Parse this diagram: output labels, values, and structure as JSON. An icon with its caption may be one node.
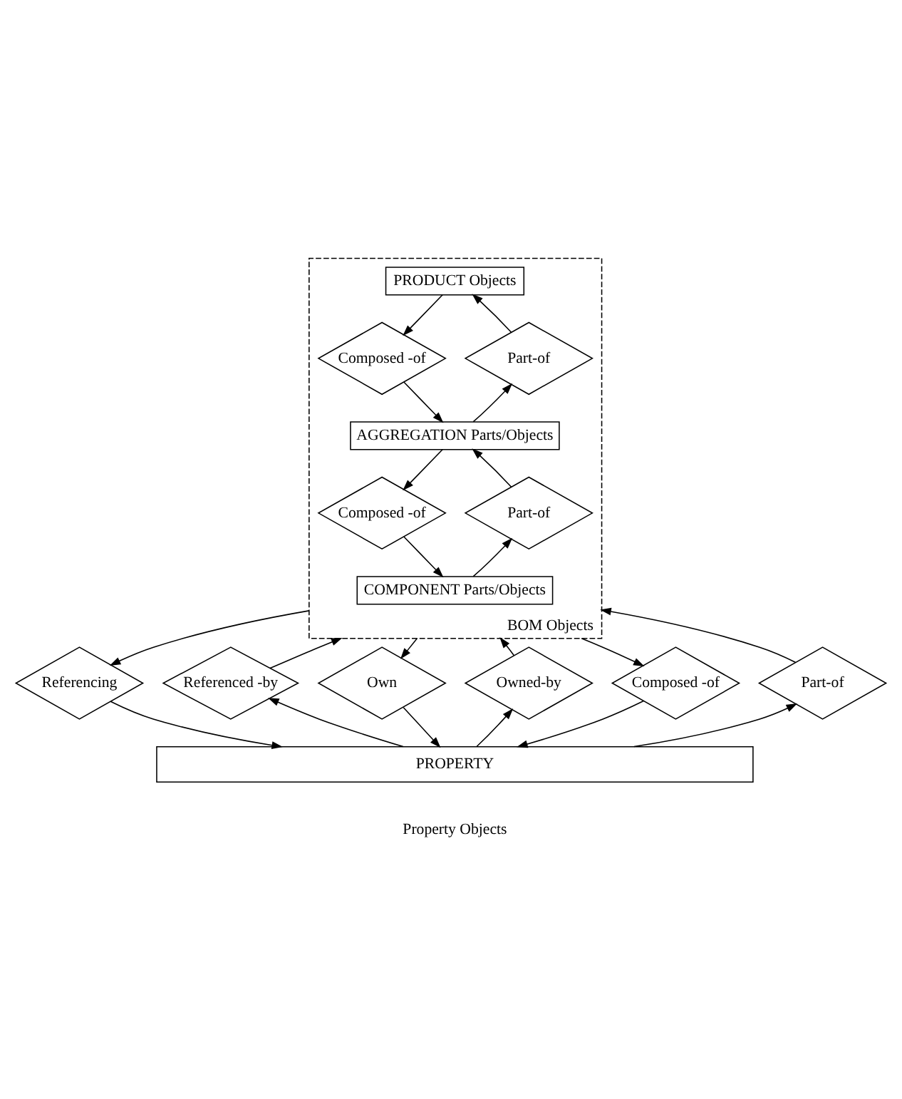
{
  "diagram": {
    "nodes": [
      {
        "text": [
          "BOM Objects"
        ]
      },
      {
        "text": [
          "PRODUCT Objects"
        ],
        "in": 0
      },
      {
        "text": [
          "Composed -of"
        ],
        "in": 0
      },
      {
        "text": [
          "Part-of"
        ],
        "in": 0
      },
      {
        "text": [
          "AGGREGATION Parts/Objects"
        ],
        "in": 0
      },
      {
        "text": [
          "Composed -of"
        ],
        "in": 0
      },
      {
        "text": [
          "Part-of"
        ],
        "in": 0
      },
      {
        "text": [
          "COMPONENT Parts/Objects"
        ],
        "in": 0
      },
      {
        "text": [
          "Referencing"
        ]
      },
      {
        "text": [
          "Referenced -by"
        ]
      },
      {
        "text": [
          "Own"
        ]
      },
      {
        "text": [
          "Owned-by"
        ]
      },
      {
        "text": [
          "Composed -of"
        ]
      },
      {
        "text": [
          "Part-of"
        ]
      },
      {
        "text": [
          "PROPERTY"
        ],
        "beside": [
          "Property Objects"
        ]
      }
    ],
    "edges": [
      {
        "from": 1,
        "to": 2,
        "arrow": "to"
      },
      {
        "from": 2,
        "to": 4,
        "arrow": "to"
      },
      {
        "from": 4,
        "to": 3,
        "arrow": "to"
      },
      {
        "from": 3,
        "to": 1,
        "arrow": "to"
      },
      {
        "from": 4,
        "to": 5,
        "arrow": "to"
      },
      {
        "from": 5,
        "to": 7,
        "arrow": "to"
      },
      {
        "from": 7,
        "to": 6,
        "arrow": "to"
      },
      {
        "from": 6,
        "to": 4,
        "arrow": "to"
      },
      {
        "from": 0,
        "to": 8,
        "arrow": "to"
      },
      {
        "from": 8,
        "to": 14,
        "arrow": "to"
      },
      {
        "from": 14,
        "to": 9,
        "arrow": "to"
      },
      {
        "from": 9,
        "to": 0,
        "arrow": "to"
      },
      {
        "from": 0,
        "to": 10,
        "arrow": "to"
      },
      {
        "from": 10,
        "to": 14,
        "arrow": "to"
      },
      {
        "from": 14,
        "to": 11,
        "arrow": "to"
      },
      {
        "from": 11,
        "to": 0,
        "arrow": "to"
      },
      {
        "from": 0,
        "to": 12,
        "arrow": "to"
      },
      {
        "from": 12,
        "to": 14,
        "arrow": "to"
      },
      {
        "from": 14,
        "to": 13,
        "arrow": "to"
      },
      {
        "from": 13,
        "to": 0,
        "arrow": "to"
      }
    ]
  }
}
